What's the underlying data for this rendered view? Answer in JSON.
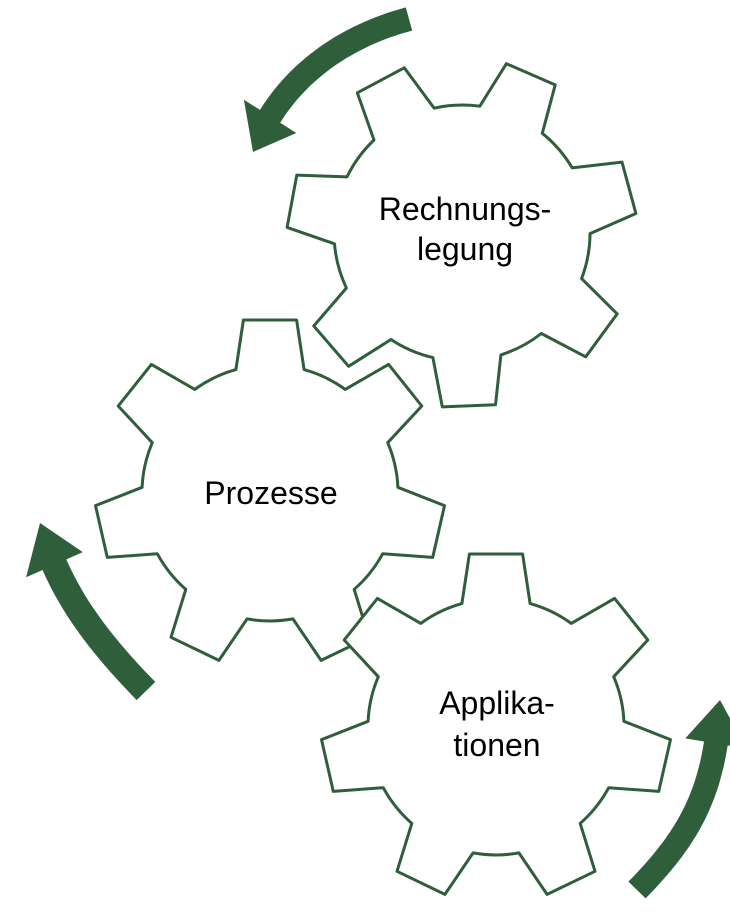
{
  "colors": {
    "gear_stroke": "#2f5e3b",
    "arrow_fill": "#2f5e3b",
    "background": "#ffffff"
  },
  "gears": [
    {
      "name": "gear-rechnungslegung",
      "label_lines": [
        "Rechnungs-",
        "legung"
      ]
    },
    {
      "name": "gear-prozesse",
      "label_lines": [
        "Prozesse"
      ]
    },
    {
      "name": "gear-applikationen",
      "label_lines": [
        "Applika-",
        "tionen"
      ]
    }
  ],
  "arrows": [
    {
      "name": "arrow-top"
    },
    {
      "name": "arrow-left"
    },
    {
      "name": "arrow-bottom-right"
    }
  ]
}
